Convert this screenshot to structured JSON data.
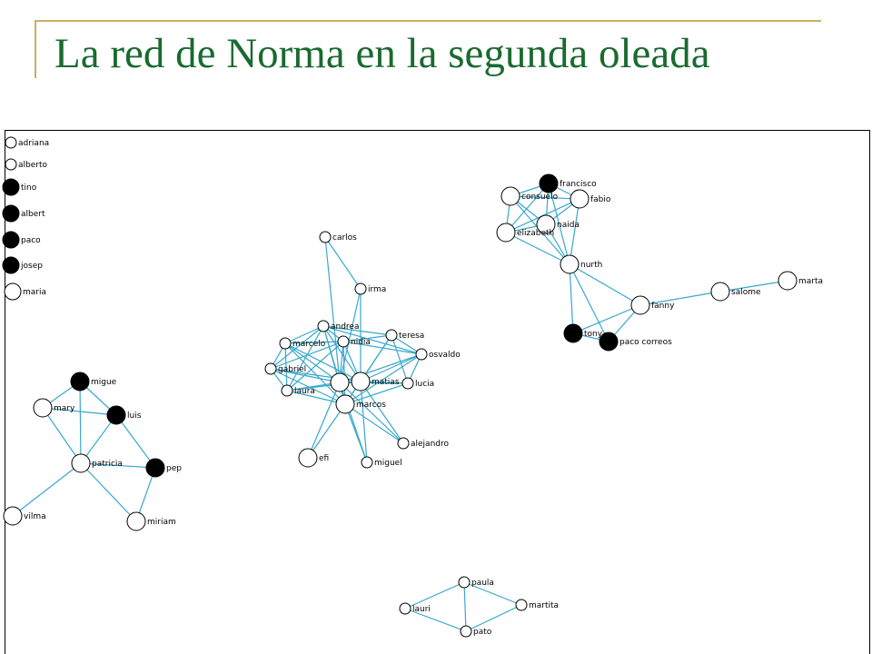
{
  "slide": {
    "title": "La red de Norma en la segunda oleada"
  },
  "network": {
    "colors": {
      "edge": "#38a8cc",
      "node_stroke": "#000000",
      "node_white": "#ffffff",
      "node_black": "#000000"
    },
    "nodes": [
      {
        "id": "adriana",
        "label": "adriana",
        "filled": false
      },
      {
        "id": "alberto",
        "label": "alberto",
        "filled": false
      },
      {
        "id": "tino",
        "label": "tino",
        "filled": true
      },
      {
        "id": "albert",
        "label": "albert",
        "filled": true
      },
      {
        "id": "paco",
        "label": "paco",
        "filled": true
      },
      {
        "id": "josep",
        "label": "josep",
        "filled": true
      },
      {
        "id": "maria",
        "label": "maria",
        "filled": false
      },
      {
        "id": "carlos",
        "label": "carlos",
        "filled": false
      },
      {
        "id": "irma",
        "label": "irma",
        "filled": false
      },
      {
        "id": "andrea",
        "label": "andrea",
        "filled": false
      },
      {
        "id": "teresa",
        "label": "teresa",
        "filled": false
      },
      {
        "id": "marcelo",
        "label": "marcelo",
        "filled": false
      },
      {
        "id": "nidia",
        "label": "nidia",
        "filled": false
      },
      {
        "id": "osvaldo",
        "label": "osvaldo",
        "filled": false
      },
      {
        "id": "gabriel",
        "label": "gabriel",
        "filled": false
      },
      {
        "id": "norma",
        "label": "",
        "filled": false
      },
      {
        "id": "matias",
        "label": "matias",
        "filled": false
      },
      {
        "id": "lucia",
        "label": "lucia",
        "filled": false
      },
      {
        "id": "laura",
        "label": "laura",
        "filled": false
      },
      {
        "id": "marcos",
        "label": "marcos",
        "filled": false
      },
      {
        "id": "alejandro",
        "label": "alejandro",
        "filled": false
      },
      {
        "id": "efi",
        "label": "efi",
        "filled": false
      },
      {
        "id": "miguel",
        "label": "miguel",
        "filled": false
      },
      {
        "id": "francisco",
        "label": "francisco",
        "filled": true
      },
      {
        "id": "consuelo",
        "label": "consuelo",
        "filled": false
      },
      {
        "id": "fabio",
        "label": "fabio",
        "filled": false
      },
      {
        "id": "naida",
        "label": "naida",
        "filled": false
      },
      {
        "id": "elizabeth",
        "label": "elizabeth",
        "filled": false
      },
      {
        "id": "nurth",
        "label": "nurth",
        "filled": false
      },
      {
        "id": "fanny",
        "label": "fanny",
        "filled": false
      },
      {
        "id": "salome",
        "label": "salome",
        "filled": false
      },
      {
        "id": "marta",
        "label": "marta",
        "filled": false
      },
      {
        "id": "tony",
        "label": "tony",
        "filled": true
      },
      {
        "id": "paco-correos",
        "label": "paco correos",
        "filled": true
      },
      {
        "id": "migue",
        "label": "migue",
        "filled": true
      },
      {
        "id": "mary",
        "label": "mary",
        "filled": false
      },
      {
        "id": "luis",
        "label": "luis",
        "filled": true
      },
      {
        "id": "patricia",
        "label": "patricia",
        "filled": false
      },
      {
        "id": "pep",
        "label": "pep",
        "filled": true
      },
      {
        "id": "vilma",
        "label": "vilma",
        "filled": false
      },
      {
        "id": "miriam",
        "label": "miriam",
        "filled": false
      },
      {
        "id": "paula",
        "label": "paula",
        "filled": false
      },
      {
        "id": "lauri",
        "label": "lauri",
        "filled": false
      },
      {
        "id": "martita",
        "label": "martita",
        "filled": false
      },
      {
        "id": "pato",
        "label": "pato",
        "filled": false
      }
    ],
    "edges": [
      [
        "carlos",
        "irma"
      ],
      [
        "carlos",
        "norma"
      ],
      [
        "irma",
        "norma"
      ],
      [
        "irma",
        "matias"
      ],
      [
        "andrea",
        "marcelo"
      ],
      [
        "andrea",
        "nidia"
      ],
      [
        "andrea",
        "teresa"
      ],
      [
        "andrea",
        "gabriel"
      ],
      [
        "andrea",
        "norma"
      ],
      [
        "andrea",
        "matias"
      ],
      [
        "andrea",
        "marcos"
      ],
      [
        "andrea",
        "osvaldo"
      ],
      [
        "andrea",
        "laura"
      ],
      [
        "teresa",
        "nidia"
      ],
      [
        "teresa",
        "osvaldo"
      ],
      [
        "teresa",
        "matias"
      ],
      [
        "teresa",
        "lucia"
      ],
      [
        "teresa",
        "marcos"
      ],
      [
        "marcelo",
        "nidia"
      ],
      [
        "marcelo",
        "gabriel"
      ],
      [
        "marcelo",
        "norma"
      ],
      [
        "marcelo",
        "matias"
      ],
      [
        "marcelo",
        "laura"
      ],
      [
        "marcelo",
        "marcos"
      ],
      [
        "nidia",
        "osvaldo"
      ],
      [
        "nidia",
        "norma"
      ],
      [
        "nidia",
        "matias"
      ],
      [
        "nidia",
        "marcos"
      ],
      [
        "nidia",
        "gabriel"
      ],
      [
        "nidia",
        "laura"
      ],
      [
        "osvaldo",
        "matias"
      ],
      [
        "osvaldo",
        "norma"
      ],
      [
        "osvaldo",
        "marcos"
      ],
      [
        "osvaldo",
        "lucia"
      ],
      [
        "gabriel",
        "laura"
      ],
      [
        "gabriel",
        "norma"
      ],
      [
        "gabriel",
        "matias"
      ],
      [
        "gabriel",
        "marcos"
      ],
      [
        "norma",
        "matias"
      ],
      [
        "norma",
        "laura"
      ],
      [
        "norma",
        "marcos"
      ],
      [
        "norma",
        "miguel"
      ],
      [
        "norma",
        "alejandro"
      ],
      [
        "norma",
        "efi"
      ],
      [
        "norma",
        "lucia"
      ],
      [
        "matias",
        "laura"
      ],
      [
        "matias",
        "marcos"
      ],
      [
        "matias",
        "lucia"
      ],
      [
        "matias",
        "alejandro"
      ],
      [
        "matias",
        "miguel"
      ],
      [
        "laura",
        "marcos"
      ],
      [
        "marcos",
        "efi"
      ],
      [
        "marcos",
        "miguel"
      ],
      [
        "marcos",
        "alejandro"
      ],
      [
        "marcos",
        "lucia"
      ],
      [
        "francisco",
        "consuelo"
      ],
      [
        "francisco",
        "fabio"
      ],
      [
        "francisco",
        "naida"
      ],
      [
        "francisco",
        "elizabeth"
      ],
      [
        "francisco",
        "nurth"
      ],
      [
        "consuelo",
        "fabio"
      ],
      [
        "consuelo",
        "naida"
      ],
      [
        "consuelo",
        "elizabeth"
      ],
      [
        "consuelo",
        "nurth"
      ],
      [
        "fabio",
        "naida"
      ],
      [
        "fabio",
        "nurth"
      ],
      [
        "fabio",
        "elizabeth"
      ],
      [
        "naida",
        "elizabeth"
      ],
      [
        "naida",
        "nurth"
      ],
      [
        "elizabeth",
        "nurth"
      ],
      [
        "nurth",
        "fanny"
      ],
      [
        "nurth",
        "tony"
      ],
      [
        "nurth",
        "paco-correos"
      ],
      [
        "fanny",
        "tony"
      ],
      [
        "fanny",
        "paco-correos"
      ],
      [
        "fanny",
        "salome"
      ],
      [
        "salome",
        "marta"
      ],
      [
        "tony",
        "paco-correos"
      ],
      [
        "migue",
        "mary"
      ],
      [
        "migue",
        "luis"
      ],
      [
        "migue",
        "patricia"
      ],
      [
        "mary",
        "luis"
      ],
      [
        "mary",
        "patricia"
      ],
      [
        "luis",
        "patricia"
      ],
      [
        "luis",
        "pep"
      ],
      [
        "patricia",
        "vilma"
      ],
      [
        "patricia",
        "miriam"
      ],
      [
        "patricia",
        "pep"
      ],
      [
        "pep",
        "miriam"
      ],
      [
        "paula",
        "lauri"
      ],
      [
        "paula",
        "pato"
      ],
      [
        "paula",
        "martita"
      ],
      [
        "lauri",
        "pato"
      ],
      [
        "pato",
        "martita"
      ]
    ]
  }
}
